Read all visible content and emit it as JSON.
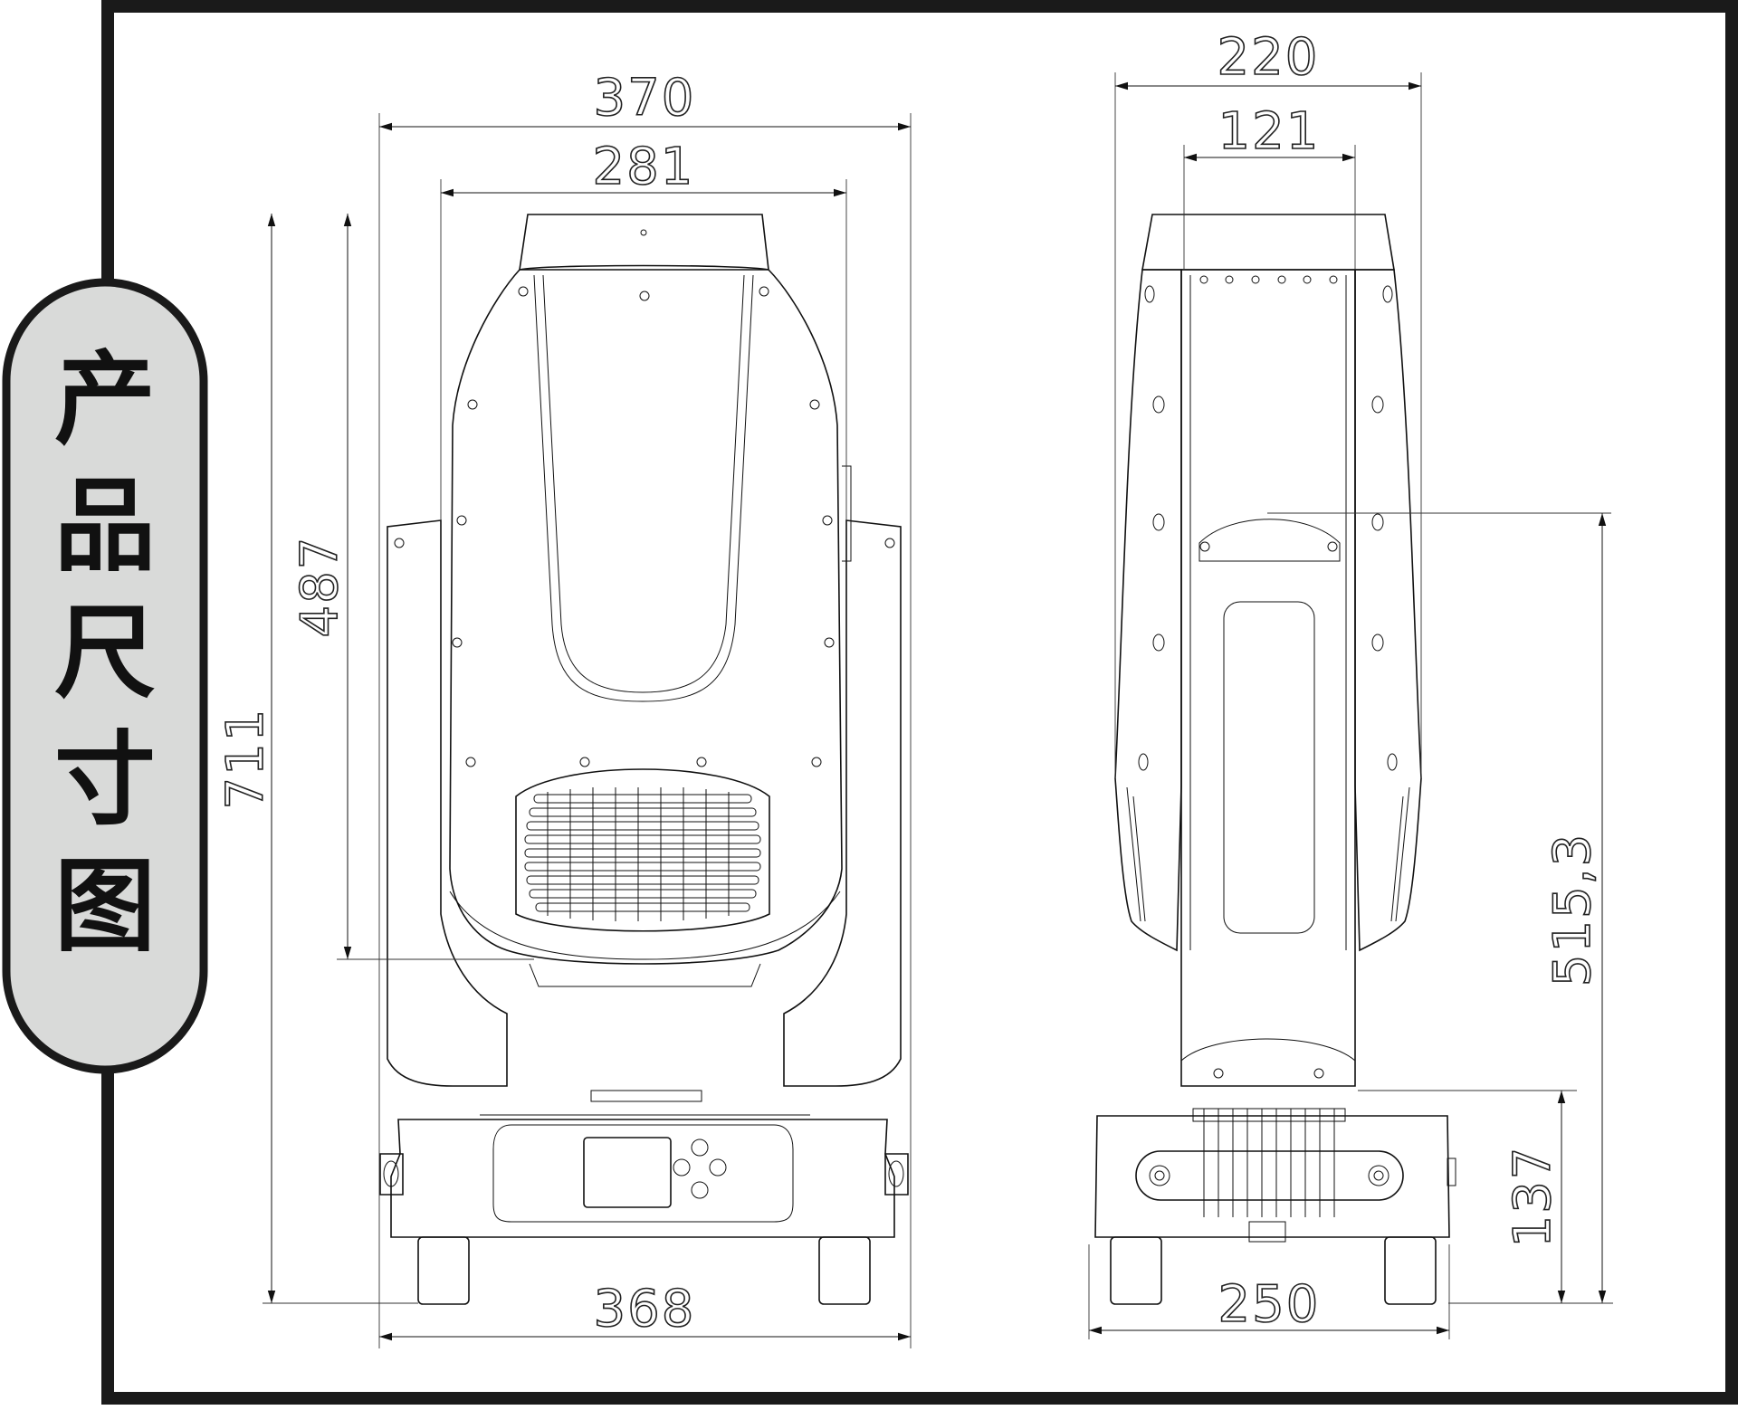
{
  "title": {
    "chars": [
      "产",
      "品",
      "尺",
      "寸",
      "图"
    ]
  },
  "front_view": {
    "dimensions": {
      "overall_width": "370",
      "head_width": "281",
      "overall_height": "711",
      "head_height": "487",
      "base_width": "368"
    }
  },
  "side_view": {
    "dimensions": {
      "overall_depth": "220",
      "inner_width": "121",
      "tilt_axis_height": "515,3",
      "base_height": "137",
      "base_depth": "250"
    }
  },
  "colors": {
    "frame": "#1a1a1a",
    "badge_fill": "#d9dad9",
    "line": "#111111"
  }
}
